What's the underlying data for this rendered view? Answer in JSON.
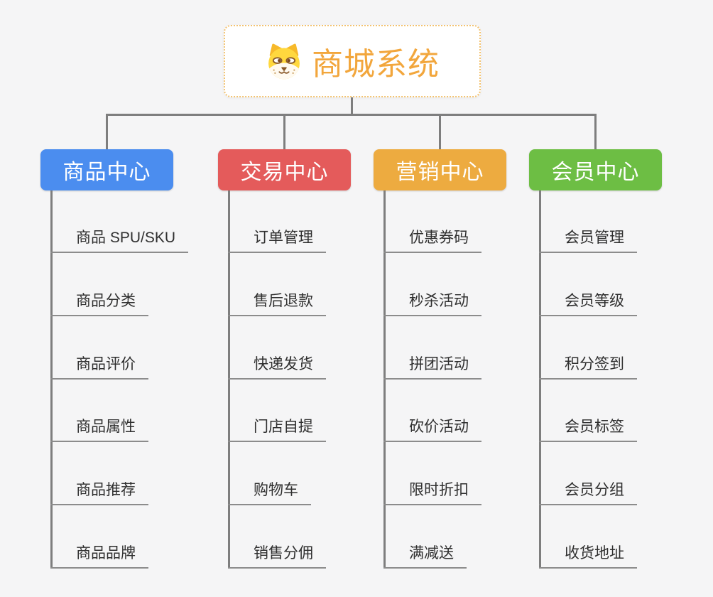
{
  "canvas": {
    "background_color": "#f5f5f6",
    "connector_color": "#7e7e7e"
  },
  "root": {
    "title": "商城系统",
    "icon": "dog-face-icon",
    "text_color": "#f2a63c",
    "border_color": "#f3c26f"
  },
  "branches": [
    {
      "label": "商品中心",
      "color": "#4b8def",
      "children": [
        "商品 SPU/SKU",
        "商品分类",
        "商品评价",
        "商品属性",
        "商品推荐",
        "商品品牌"
      ]
    },
    {
      "label": "交易中心",
      "color": "#e45b5b",
      "children": [
        "订单管理",
        "售后退款",
        "快递发货",
        "门店自提",
        "购物车",
        "销售分佣"
      ]
    },
    {
      "label": "营销中心",
      "color": "#edab40",
      "children": [
        "优惠券码",
        "秒杀活动",
        "拼团活动",
        "砍价活动",
        "限时折扣",
        "满减送"
      ]
    },
    {
      "label": "会员中心",
      "color": "#6dbe44",
      "children": [
        "会员管理",
        "会员等级",
        "积分签到",
        "会员标签",
        "会员分组",
        "收货地址"
      ]
    }
  ]
}
